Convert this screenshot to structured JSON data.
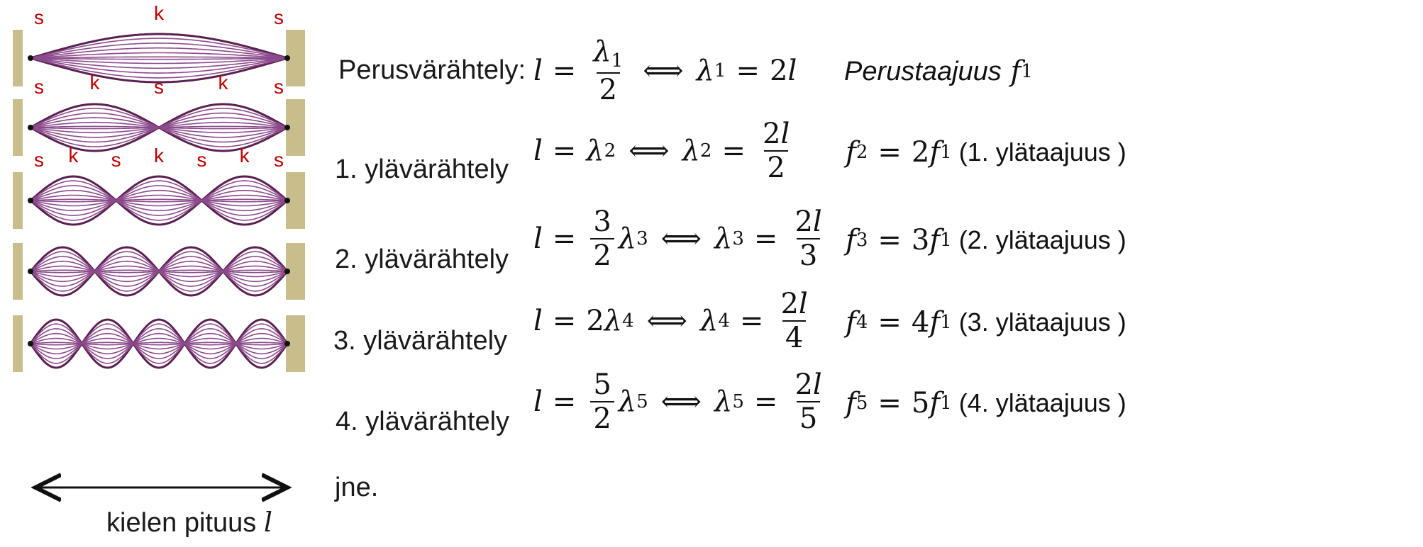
{
  "modes": [
    {
      "label": "Perusvärähtely:",
      "loops": 1,
      "lambda_index": "1",
      "lhs_coeff": "",
      "lhs_frac": {
        "num": "λ1",
        "den": "2"
      },
      "rhs": "2l",
      "freq": "Perustaajuus f1"
    },
    {
      "label": "1. ylävärähtely",
      "loops": 2,
      "lambda_index": "2",
      "lhs_coeff": "",
      "rhs_frac": {
        "num": "2l",
        "den": "2"
      },
      "freq_lhs": "f2 = 2f1",
      "freq_note": "(1. ylätaajuus )"
    },
    {
      "label": "2. ylävärähtely",
      "loops": 3,
      "lambda_index": "3",
      "lhs_frac": {
        "num": "3",
        "den": "2"
      },
      "rhs_frac": {
        "num": "2l",
        "den": "3"
      },
      "freq_lhs": "f3 = 3f1",
      "freq_note": "(2. ylätaajuus )"
    },
    {
      "label": "3. ylävärähtely",
      "loops": 4,
      "lambda_index": "4",
      "lhs_coeff": "2",
      "rhs_frac": {
        "num": "2l",
        "den": "4"
      },
      "freq_lhs": "f4 = 4f1",
      "freq_note": "(3. ylätaajuus )"
    },
    {
      "label": "4. ylävärähtely",
      "loops": 5,
      "lambda_index": "5",
      "lhs_frac": {
        "num": "5",
        "den": "2"
      },
      "rhs_frac": {
        "num": "2l",
        "den": "5"
      },
      "freq_lhs": "f5 = 5f1",
      "freq_note": "(4. ylätaajuus )"
    }
  ],
  "etc_label": "jne.",
  "length_label": "kielen pituus",
  "length_symbol": "l",
  "node_letter": "s",
  "antinode_letter": "k",
  "colors": {
    "string": "#8b4a8b",
    "string_dark": "#5a2050",
    "clamp": "#c9bd8c",
    "node_text": "#c00000"
  }
}
